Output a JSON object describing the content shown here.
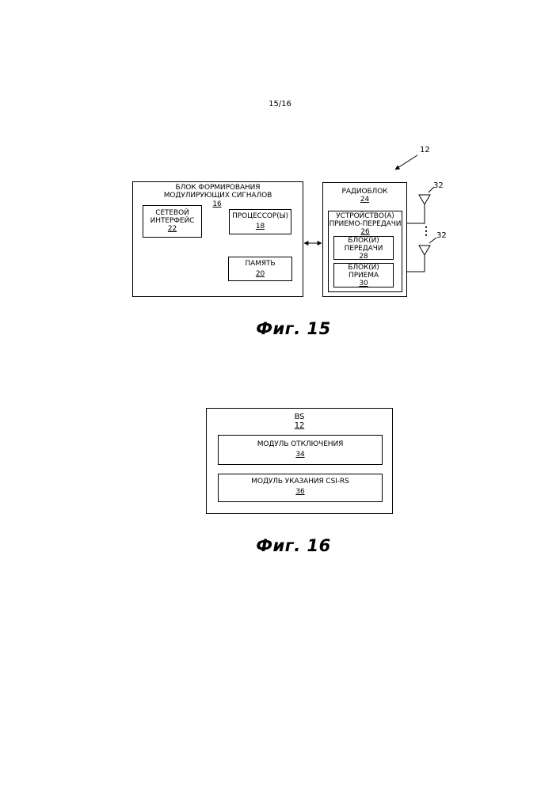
{
  "page_number": "15/16",
  "fig15": {
    "caption": "Фиг. 15",
    "node_ref": "12",
    "bbu": {
      "title_line1": "БЛОК ФОРМИРОВАНИЯ",
      "title_line2": "МОДУЛИРУЮЩИХ СИГНАЛОВ",
      "ref": "16"
    },
    "network_interface": {
      "line1": "СЕТЕВОЙ",
      "line2": "ИНТЕРФЕЙС",
      "ref": "22"
    },
    "processor": {
      "label": "ПРОЦЕССОР(Ы)",
      "ref": "18"
    },
    "memory": {
      "label": "ПАМЯТЬ",
      "ref": "20"
    },
    "radio": {
      "label": "РАДИОБЛОК",
      "ref": "24"
    },
    "transceiver": {
      "line1": "УСТРОЙСТВО(А)",
      "line2": "ПРИЕМО-ПЕРЕДАЧИ",
      "ref": "26"
    },
    "transmitter": {
      "line1": "БЛОК(И)",
      "line2": "ПЕРЕДАЧИ",
      "ref": "28"
    },
    "receiver": {
      "line1": "БЛОК(И)",
      "line2": "ПРИЕМА",
      "ref": "30"
    },
    "antenna_ref_top": "32",
    "antenna_ref_bottom": "32",
    "ellipsis": "⋮"
  },
  "fig16": {
    "caption": "Фиг. 16",
    "bs": {
      "label": "BS",
      "ref": "12"
    },
    "disable_module": {
      "label": "МОДУЛЬ ОТКЛЮЧЕНИЯ",
      "ref": "34"
    },
    "csirs_module": {
      "label": "МОДУЛЬ УКАЗАНИЯ CSI-RS",
      "ref": "36"
    }
  }
}
